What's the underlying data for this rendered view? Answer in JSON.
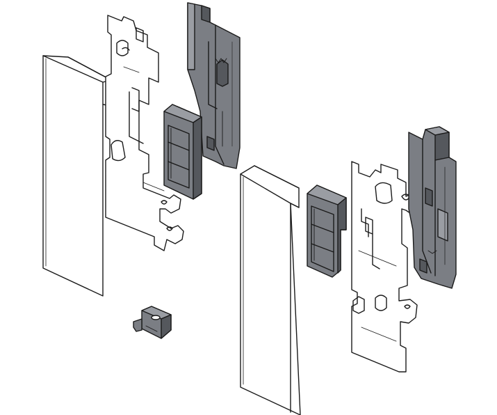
{
  "colors": {
    "background": "#ffffff",
    "outline": "#1a1a1a",
    "panel_fill": "#ffffff",
    "plastic_fill": "#7b7e84",
    "plastic_light": "#9a9da3",
    "plastic_dark": "#55585d"
  },
  "parts": [
    {
      "name": "left-front-panel-cover",
      "material": "panel"
    },
    {
      "name": "left-front-fixing-bracket",
      "material": "metal"
    },
    {
      "name": "left-back-plastic-holder",
      "material": "plastic"
    },
    {
      "name": "left-inner-plastic-insert",
      "material": "plastic"
    },
    {
      "name": "small-clip-connector",
      "material": "plastic"
    },
    {
      "name": "right-front-panel-cover",
      "material": "panel"
    },
    {
      "name": "right-inner-plastic-insert",
      "material": "plastic"
    },
    {
      "name": "right-front-fixing-bracket",
      "material": "metal"
    },
    {
      "name": "right-back-plastic-holder",
      "material": "plastic"
    }
  ]
}
